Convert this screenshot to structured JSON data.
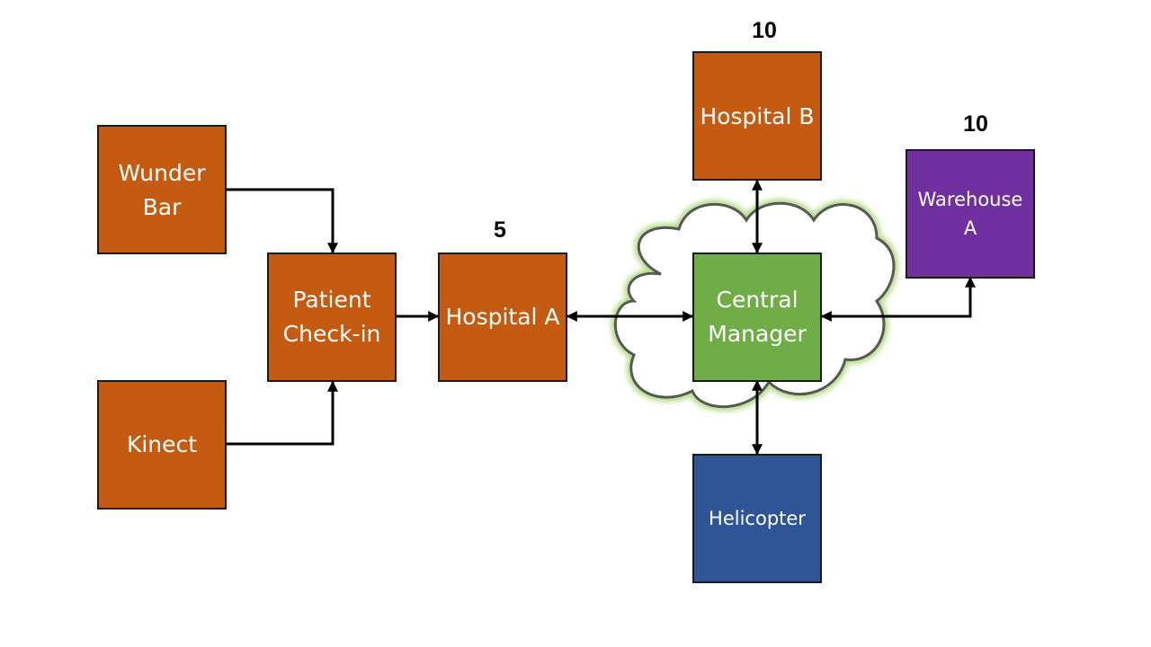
{
  "colors": {
    "hospital_orange": "#c55a11",
    "central_green": "#70ad47",
    "warehouse_purple": "#7030a0",
    "helicopter_blue": "#2f5597",
    "cloud_stroke": "#555a55",
    "cloud_glow": "#b8dc8a"
  },
  "nodes": {
    "wunder_bar": {
      "line1": "Wunder",
      "line2": "Bar"
    },
    "kinect": {
      "label": "Kinect"
    },
    "patient_checkin": {
      "line1": "Patient",
      "line2": "Check-in"
    },
    "hospital_a": {
      "label": "Hospital A",
      "count": "5"
    },
    "central_manager": {
      "line1": "Central",
      "line2": "Manager"
    },
    "hospital_b": {
      "label": "Hospital B",
      "count": "10"
    },
    "warehouse_a": {
      "line1": "Warehouse",
      "line2": "A",
      "count": "10"
    },
    "helicopter": {
      "label": "Helicopter"
    }
  },
  "edges": [
    {
      "from": "Wunder Bar",
      "to": "Patient Check-in",
      "direction": "one-way"
    },
    {
      "from": "Kinect",
      "to": "Patient Check-in",
      "direction": "one-way"
    },
    {
      "from": "Patient Check-in",
      "to": "Hospital A",
      "direction": "one-way"
    },
    {
      "from": "Hospital A",
      "to": "Central Manager",
      "direction": "two-way"
    },
    {
      "from": "Central Manager",
      "to": "Hospital B",
      "direction": "two-way"
    },
    {
      "from": "Central Manager",
      "to": "Warehouse A",
      "direction": "two-way"
    },
    {
      "from": "Central Manager",
      "to": "Helicopter",
      "direction": "two-way"
    }
  ]
}
